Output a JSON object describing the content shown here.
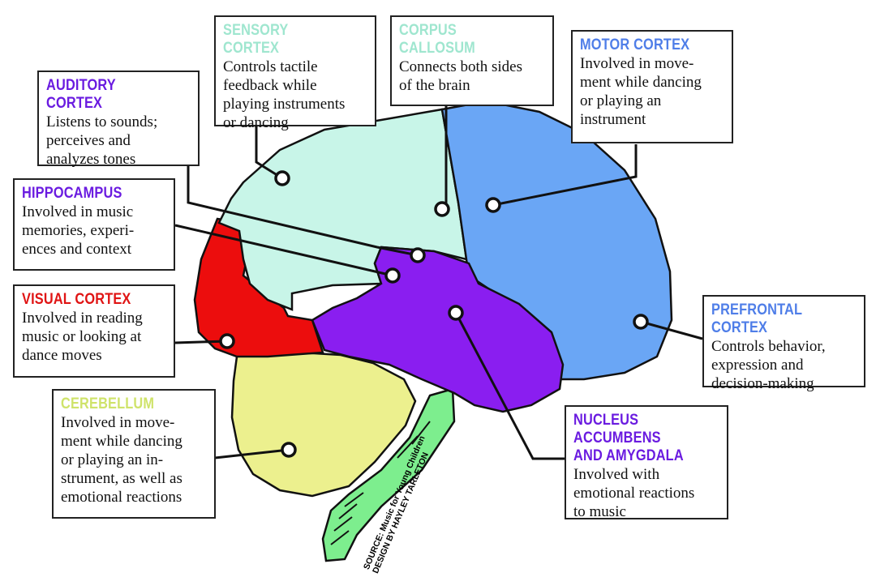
{
  "colors": {
    "sensory": "#c8f5e8",
    "motor": "#6aa6f5",
    "limbic": "#8a1ef0",
    "visual": "#ec0d0d",
    "cerebellum": "#ecf08e",
    "brainstem": "#7dee8e",
    "outline": "#111111",
    "label_purple": "#6a1be0",
    "label_blue": "#4f7ee8",
    "label_red": "#e01414",
    "label_mint": "#9fe6cf",
    "label_yellowgreen": "#cfe36a"
  },
  "labels": {
    "sensory": {
      "title": "SENSORY CORTEX",
      "desc": "Controls tactile\nfeedback while\nplaying instruments\nor dancing"
    },
    "corpus": {
      "title": "CORPUS CALLOSUM",
      "desc": "Connects both sides\nof the brain"
    },
    "motor": {
      "title": "MOTOR CORTEX",
      "desc": "Involved in move-\nment while dancing\nor playing an\ninstrument"
    },
    "auditory": {
      "title": "AUDITORY CORTEX",
      "desc": "Listens to sounds;\nperceives and\nanalyzes tones"
    },
    "hippocampus": {
      "title": "HIPPOCAMPUS",
      "desc": "Involved in music\nmemories, experi-\nences and context"
    },
    "visual": {
      "title": "VISUAL CORTEX",
      "desc": "Involved in reading\nmusic or looking at\ndance moves"
    },
    "prefrontal": {
      "title": "PREFRONTAL CORTEX",
      "desc": "Controls behavior,\nexpression and\ndecision-making"
    },
    "cerebellum": {
      "title": "CEREBELLUM",
      "desc": "Involved in move-\nment while dancing\nor playing an in-\nstrument, as well as\nemotional reactions"
    },
    "nucleus": {
      "title": "NUCLEUS ACCUMBENS\nAND AMYGDALA",
      "desc": "Involved with\nemotional reactions\nto music"
    }
  },
  "credit": "SOURCE: Music for Young Children\nDESIGN BY HAYLEY TARLETON"
}
